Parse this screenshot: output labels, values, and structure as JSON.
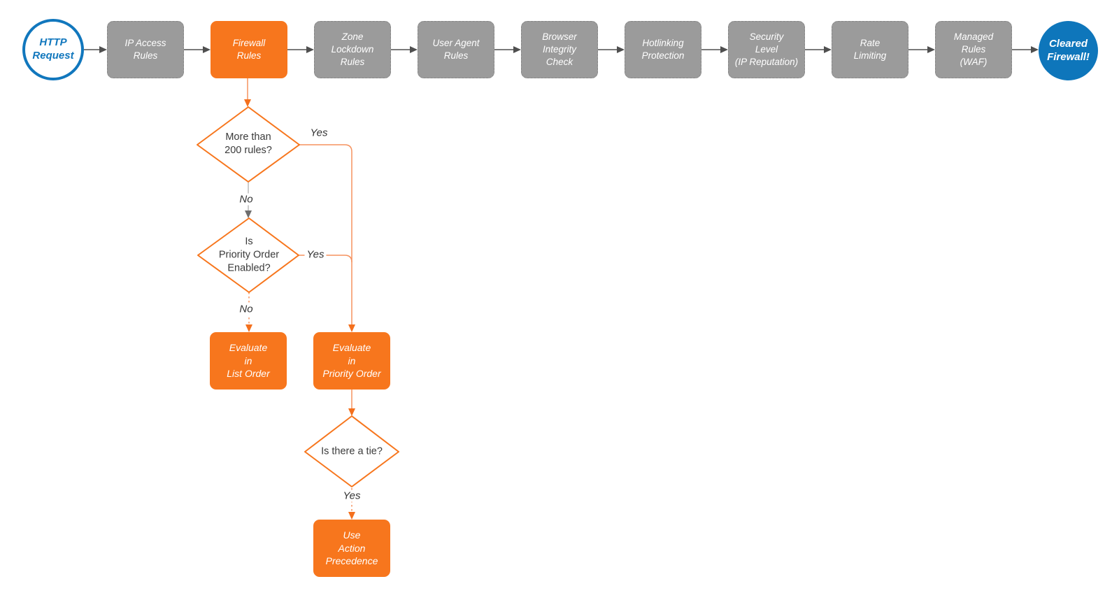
{
  "colors": {
    "node_orange": "#f7761d",
    "node_gray": "#9b9b9b",
    "node_blue": "#0e76bb",
    "blue_outline": "#1177bd",
    "wire_dark": "#4f4f4f",
    "wire_orange": "#f5925f",
    "arrow_orange": "#f4701d",
    "wire_gray": "#b5b5b5",
    "arrow_gray": "#6e6e6e"
  },
  "pipeline": {
    "start_label": "HTTP\nRequest",
    "stages": [
      {
        "label": "IP Access\nRules"
      },
      {
        "label": "Firewall\nRules"
      },
      {
        "label": "Zone\nLockdown\nRules"
      },
      {
        "label": "User Agent\nRules"
      },
      {
        "label": "Browser\nIntegrity\nCheck"
      },
      {
        "label": "Hotlinking\nProtection"
      },
      {
        "label": "Security\nLevel\n(IP Reputation)"
      },
      {
        "label": "Rate\nLimiting"
      },
      {
        "label": "Managed\nRules\n(WAF)"
      }
    ],
    "end_label": "Cleared\nFirewall!"
  },
  "decisions": {
    "more_than_200": "More than\n200 rules?",
    "priority_enabled": "Is\nPriority Order\nEnabled?",
    "tie": "Is there a tie?"
  },
  "actions": {
    "list_order": "Evaluate\nin\nList Order",
    "priority_order": "Evaluate\nin\nPriority Order",
    "action_precedence": "Use\nAction\nPrecedence"
  },
  "edge_labels": {
    "yes1": "Yes",
    "no1": "No",
    "yes2": "Yes",
    "no2": "No",
    "yes3": "Yes"
  }
}
